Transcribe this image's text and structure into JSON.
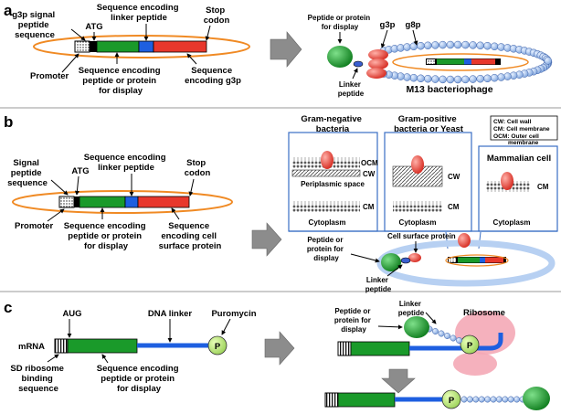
{
  "colors": {
    "orange_ring": "#f08a24",
    "green": "#1a9a2a",
    "blue": "#1e5fe0",
    "red": "#e8372c",
    "phage_coat": "#a9c4ea",
    "cell_ring": "#b7d0f2",
    "ribosome": "#f4a9b6",
    "arrow_gray": "#8c8c8c"
  },
  "panel_a": {
    "letter": "a",
    "g3p_signal": "g3p signal peptide sequence",
    "atg": "ATG",
    "linker_seq": "Sequence encoding linker peptide",
    "stop": "Stop codon",
    "promoter": "Promoter",
    "seq_display": "Sequence encoding peptide or protein for display",
    "seq_g3p": "Sequence encoding g3p",
    "peptide_display": "Peptide or protein for display",
    "g3p": "g3p",
    "g8p": "g8p",
    "linker_peptide": "Linker peptide",
    "phage_caption": "M13 bacteriophage"
  },
  "panel_b": {
    "letter": "b",
    "signal_seq": "Signal peptide sequence",
    "atg": "ATG",
    "linker_seq": "Sequence encoding linker peptide",
    "stop": "Stop codon",
    "promoter": "Promoter",
    "seq_display": "Sequence encoding peptide or protein for display",
    "seq_surface": "Sequence encoding cell surface protein",
    "gram_neg": "Gram-negative bacteria",
    "gram_pos": "Gram-positive bacteria or Yeast",
    "legend": [
      "CW: Cell wall",
      "CM: Cell membrane",
      "OCM: Outer cell membrane"
    ],
    "mammalian": "Mammalian cell",
    "ocm": "OCM",
    "cw": "CW",
    "cm": "CM",
    "periplasmic": "Periplasmic space",
    "cytoplasm": "Cytoplasm",
    "cell_surface_protein": "Cell surface protein",
    "peptide_display": "Peptide or protein for display",
    "linker_peptide": "Linker peptide"
  },
  "panel_c": {
    "letter": "c",
    "aug": "AUG",
    "dna_linker": "DNA linker",
    "puromycin": "Puromycin",
    "mrna": "mRNA",
    "sd": "SD ribosome binding sequence",
    "seq_display": "Sequence encoding peptide or protein for display",
    "linker_peptide": "Linker peptide",
    "ribosome": "Ribosome",
    "peptide_display": "Peptide or protein for display",
    "p": "P"
  }
}
